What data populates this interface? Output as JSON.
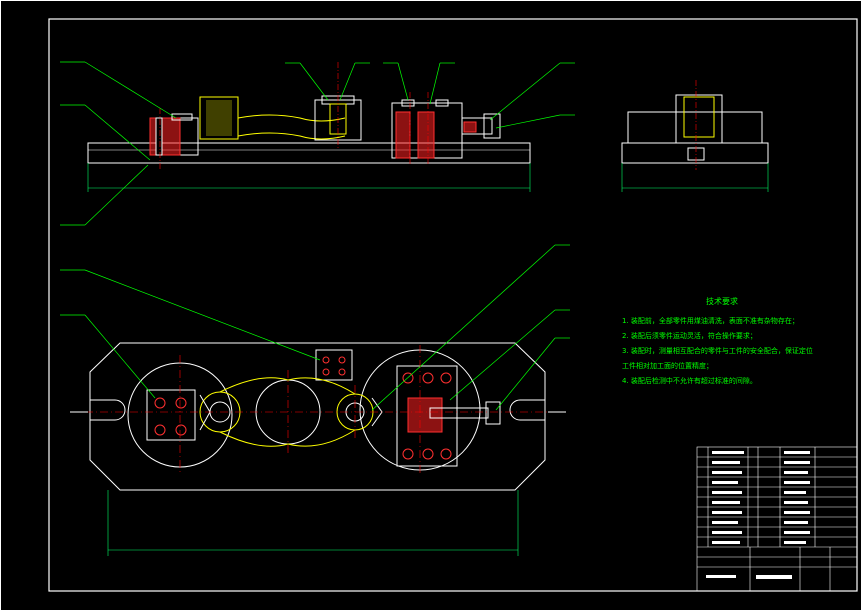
{
  "title_block": {
    "designer_label": "",
    "sheet_label": ""
  },
  "technical_requirements": {
    "title": "技术要求",
    "items": [
      "1. 装配前，全部零件用煤油清洗，表面不准有杂物存在；",
      "2. 装配后须零件运动灵活，符合操作要求；",
      "3. 装配时，测量相互配合的零件与工件的安全配合，保证定位",
      "工件相对加工面的位置精度；",
      "4. 装配后检测中不允许有超过标准的间隙。"
    ]
  },
  "colors": {
    "background": "#000000",
    "frame": "#ffffff",
    "outline": "#ffffff",
    "leader": "#00ff00",
    "centerline": "#ff0000",
    "hatch": "#ff3030",
    "hidden": "#ffff00",
    "dimension": "#00ff66"
  }
}
